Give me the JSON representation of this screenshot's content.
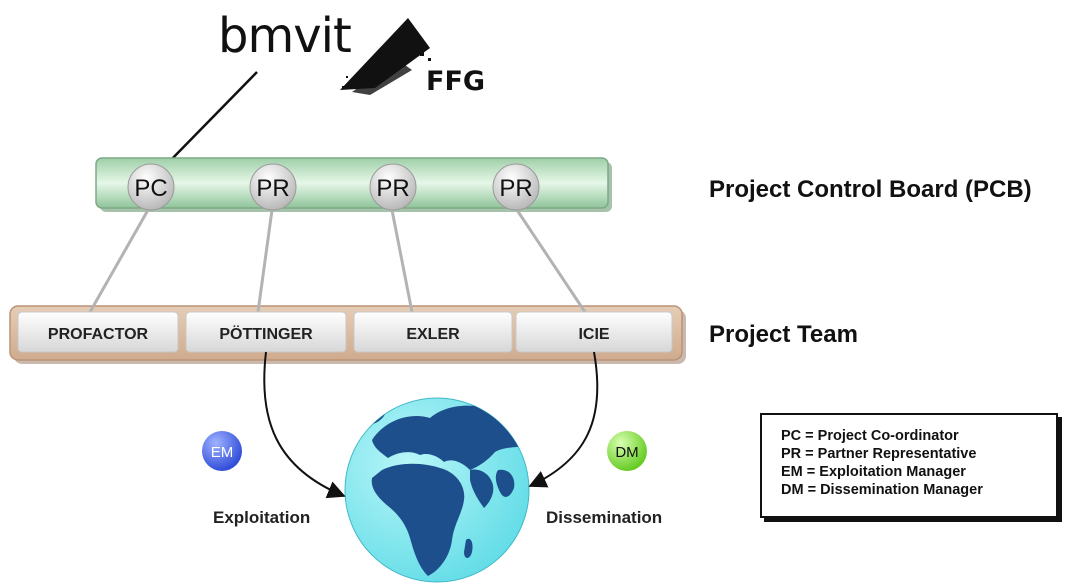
{
  "logos": {
    "ministry_text": "bmvit",
    "agency_text": "FFG"
  },
  "pcb": {
    "label": "Project Control Board (PCB)",
    "nodes": [
      "PC",
      "PR",
      "PR",
      "PR"
    ]
  },
  "team": {
    "label": "Project Team",
    "partners": [
      "PROFACTOR",
      "PÖTTINGER",
      "EXLER",
      "ICIE"
    ]
  },
  "roles": {
    "em_badge": "EM",
    "dm_badge": "DM",
    "exploitation_caption": "Exploitation",
    "dissemination_caption": "Dissemination"
  },
  "legend": {
    "items": [
      "PC = Project Co-ordinator",
      "PR = Partner Representative",
      "EM = Exploitation Manager",
      "DM = Dissemination Manager"
    ]
  },
  "colors": {
    "pcb_bar": "#8fc49a",
    "team_bar": "#d9b99f",
    "em_badge": "#3f5fe0",
    "dm_badge": "#7fdc3a",
    "globe_ocean": "#7fe9ef",
    "globe_land": "#1d4f8c"
  }
}
